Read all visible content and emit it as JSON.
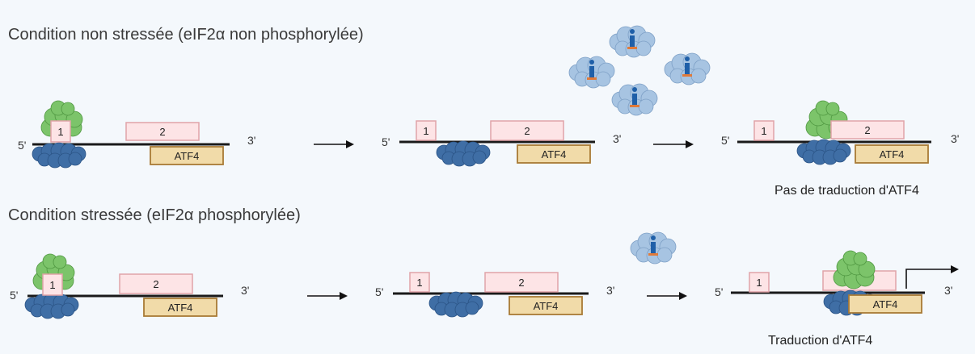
{
  "rows": [
    {
      "title": "Condition non stressée (eIF2α non phosphorylée)",
      "five_prime": "5'",
      "three_prime": "3'",
      "uorf1_label": "1",
      "uorf2_label": "2",
      "cds_label": "ATF4",
      "result": "Pas de traduction d'ATF4"
    },
    {
      "title": "Condition stressée (eIF2α phosphorylée)",
      "five_prime": "5'",
      "three_prime": "3'",
      "uorf1_label": "1",
      "uorf2_label": "2",
      "cds_label": "ATF4",
      "result": "Traduction d'ATF4"
    }
  ],
  "colors": {
    "background": "#f4f8fc",
    "uorf_fill": "#fde4e6",
    "uorf_stroke": "#e0a3a8",
    "cds_fill": "#f1dba9",
    "cds_stroke": "#a87a35",
    "small_subunit": "#3f6ea5",
    "large_subunit": "#7cc46a",
    "ternary_complex": "#a7c4e2",
    "mrna": "#1a1a1a"
  }
}
